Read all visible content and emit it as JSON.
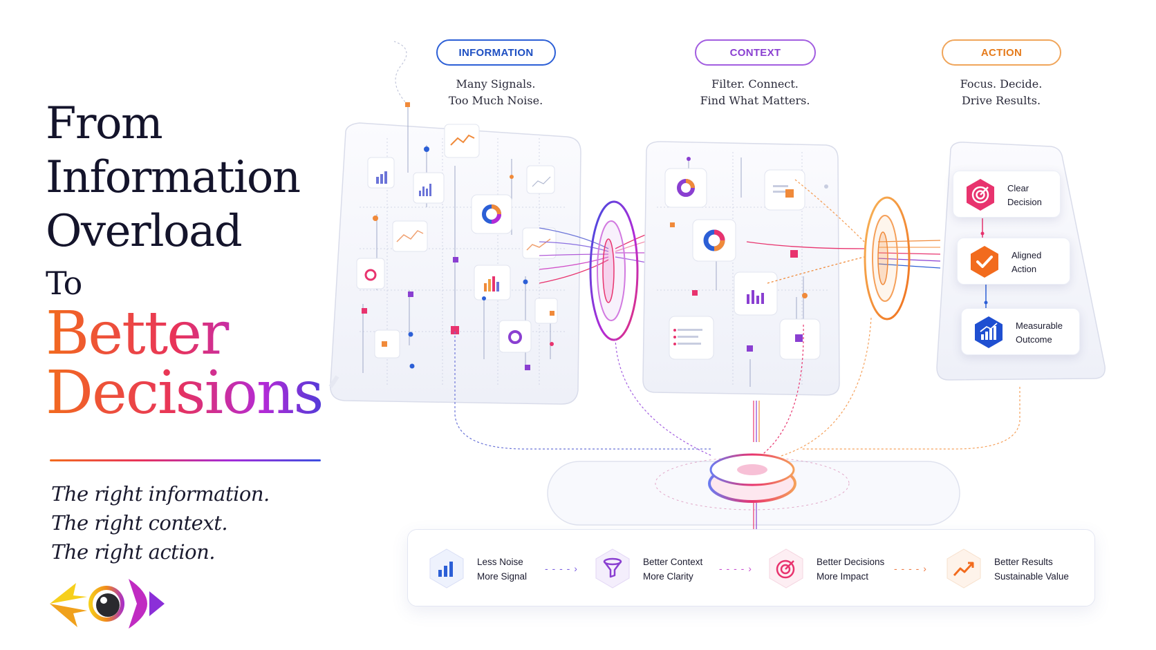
{
  "hero": {
    "line1": "From",
    "line2": "Information",
    "line3": "Overload",
    "line4": "To",
    "line5": "Better",
    "line6": "Decisions"
  },
  "tagline": [
    "The right information.",
    "The right context.",
    "The right action."
  ],
  "stages": [
    {
      "label": "INFORMATION",
      "sub1": "Many Signals.",
      "sub2": "Too Much Noise.",
      "color": "#2c5fd6"
    },
    {
      "label": "CONTEXT",
      "sub1": "Filter. Connect.",
      "sub2": "Find What Matters.",
      "color": "#a25de0"
    },
    {
      "label": "ACTION",
      "sub1": "Focus. Decide.",
      "sub2": "Drive Results.",
      "color": "#f0a55a"
    }
  ],
  "action_cards": [
    {
      "line1": "Clear",
      "line2": "Decision",
      "icon": "target-icon",
      "color": "#e8336e"
    },
    {
      "line1": "Aligned",
      "line2": "Action",
      "icon": "check-icon",
      "color": "#f26b1d"
    },
    {
      "line1": "Measurable",
      "line2": "Outcome",
      "icon": "bar-chart-icon",
      "color": "#1f4fd1"
    }
  ],
  "steps": [
    {
      "line1": "Less Noise",
      "line2": "More Signal",
      "icon": "bar-chart-icon",
      "color": "#2c5fd6"
    },
    {
      "line1": "Better Context",
      "line2": "More Clarity",
      "icon": "funnel-icon",
      "color": "#8a3fd1"
    },
    {
      "line1": "Better Decisions",
      "line2": "More Impact",
      "icon": "target-icon",
      "color": "#e8336e"
    },
    {
      "line1": "Better Results",
      "line2": "Sustainable Value",
      "icon": "trend-up-icon",
      "color": "#f26b1d"
    }
  ]
}
